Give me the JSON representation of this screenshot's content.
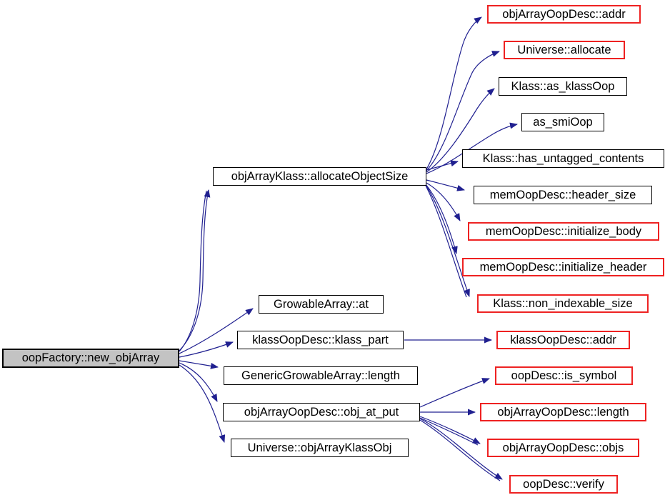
{
  "diagram": {
    "type": "call-graph",
    "root_function": "oopFactory::new_objArray",
    "colors": {
      "edge": "#202090",
      "focus_node_bg": "#c3c3c3",
      "normal_border": "#000000",
      "truncated_border": "#ee2222",
      "node_bg": "#ffffff",
      "text": "#000000",
      "background": "#ffffff"
    },
    "nodes": [
      {
        "id": "oopFactory_new_objArray",
        "label": "oopFactory::new_objArray",
        "style": "focus"
      },
      {
        "id": "objArrayKlass_allocateObjectSize",
        "label": "objArrayKlass::allocateObjectSize",
        "style": "normal"
      },
      {
        "id": "objArrayOopDesc_addr",
        "label": "objArrayOopDesc::addr",
        "style": "truncated"
      },
      {
        "id": "Universe_allocate",
        "label": "Universe::allocate",
        "style": "truncated"
      },
      {
        "id": "Klass_as_klassOop",
        "label": "Klass::as_klassOop",
        "style": "normal"
      },
      {
        "id": "as_smiOop",
        "label": "as_smiOop",
        "style": "normal"
      },
      {
        "id": "Klass_has_untagged_contents",
        "label": "Klass::has_untagged_contents",
        "style": "normal"
      },
      {
        "id": "memOopDesc_header_size",
        "label": "memOopDesc::header_size",
        "style": "normal"
      },
      {
        "id": "memOopDesc_initialize_body",
        "label": "memOopDesc::initialize_body",
        "style": "truncated"
      },
      {
        "id": "memOopDesc_initialize_header",
        "label": "memOopDesc::initialize_header",
        "style": "truncated"
      },
      {
        "id": "Klass_non_indexable_size",
        "label": "Klass::non_indexable_size",
        "style": "truncated"
      },
      {
        "id": "GrowableArray_at",
        "label": "GrowableArray::at",
        "style": "normal"
      },
      {
        "id": "klassOopDesc_klass_part",
        "label": "klassOopDesc::klass_part",
        "style": "normal"
      },
      {
        "id": "GenericGrowableArray_length",
        "label": "GenericGrowableArray::length",
        "style": "normal"
      },
      {
        "id": "objArrayOopDesc_obj_at_put",
        "label": "objArrayOopDesc::obj_at_put",
        "style": "normal"
      },
      {
        "id": "Universe_objArrayKlassObj",
        "label": "Universe::objArrayKlassObj",
        "style": "normal"
      },
      {
        "id": "klassOopDesc_addr",
        "label": "klassOopDesc::addr",
        "style": "truncated"
      },
      {
        "id": "oopDesc_is_symbol",
        "label": "oopDesc::is_symbol",
        "style": "truncated"
      },
      {
        "id": "objArrayOopDesc_length",
        "label": "objArrayOopDesc::length",
        "style": "truncated"
      },
      {
        "id": "objArrayOopDesc_objs",
        "label": "objArrayOopDesc::objs",
        "style": "truncated"
      },
      {
        "id": "oopDesc_verify",
        "label": "oopDesc::verify",
        "style": "truncated"
      }
    ],
    "edges": [
      {
        "from": "oopFactory_new_objArray",
        "to": "objArrayKlass_allocateObjectSize"
      },
      {
        "from": "oopFactory_new_objArray",
        "to": "GrowableArray_at"
      },
      {
        "from": "oopFactory_new_objArray",
        "to": "klassOopDesc_klass_part"
      },
      {
        "from": "oopFactory_new_objArray",
        "to": "GenericGrowableArray_length"
      },
      {
        "from": "oopFactory_new_objArray",
        "to": "objArrayOopDesc_obj_at_put"
      },
      {
        "from": "oopFactory_new_objArray",
        "to": "Universe_objArrayKlassObj"
      },
      {
        "from": "objArrayKlass_allocateObjectSize",
        "to": "objArrayOopDesc_addr"
      },
      {
        "from": "objArrayKlass_allocateObjectSize",
        "to": "Universe_allocate"
      },
      {
        "from": "objArrayKlass_allocateObjectSize",
        "to": "Klass_as_klassOop"
      },
      {
        "from": "objArrayKlass_allocateObjectSize",
        "to": "as_smiOop"
      },
      {
        "from": "objArrayKlass_allocateObjectSize",
        "to": "Klass_has_untagged_contents"
      },
      {
        "from": "objArrayKlass_allocateObjectSize",
        "to": "memOopDesc_header_size"
      },
      {
        "from": "objArrayKlass_allocateObjectSize",
        "to": "memOopDesc_initialize_body"
      },
      {
        "from": "objArrayKlass_allocateObjectSize",
        "to": "memOopDesc_initialize_header"
      },
      {
        "from": "objArrayKlass_allocateObjectSize",
        "to": "Klass_non_indexable_size"
      },
      {
        "from": "klassOopDesc_klass_part",
        "to": "klassOopDesc_addr"
      },
      {
        "from": "objArrayOopDesc_obj_at_put",
        "to": "oopDesc_is_symbol"
      },
      {
        "from": "objArrayOopDesc_obj_at_put",
        "to": "objArrayOopDesc_length"
      },
      {
        "from": "objArrayOopDesc_obj_at_put",
        "to": "objArrayOopDesc_objs"
      },
      {
        "from": "objArrayOopDesc_obj_at_put",
        "to": "oopDesc_verify"
      }
    ]
  }
}
